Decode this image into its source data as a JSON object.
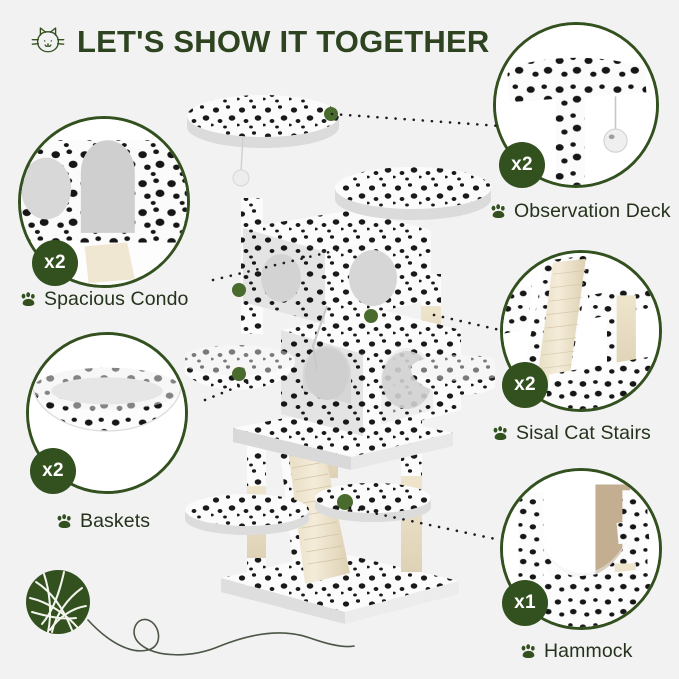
{
  "page": {
    "background_color": "#f2f2f3",
    "brand_green": "#33501f",
    "title_color": "#2e4420",
    "text_color": "#26331c"
  },
  "header": {
    "title": "LET'S SHOW IT TOGETHER",
    "logo_icon": "cat-face-icon"
  },
  "callouts": [
    {
      "id": "spacious-condo",
      "label": "Spacious Condo",
      "quantity": "x2",
      "icon": "paw-icon",
      "side": "left"
    },
    {
      "id": "observation-deck",
      "label": "Observation Deck",
      "quantity": "x2",
      "icon": "paw-icon",
      "side": "right"
    },
    {
      "id": "baskets",
      "label": "Baskets",
      "quantity": "x2",
      "icon": "paw-icon",
      "side": "left"
    },
    {
      "id": "sisal-cat-stairs",
      "label": "Sisal Cat Stairs",
      "quantity": "x2",
      "icon": "paw-icon",
      "side": "right"
    },
    {
      "id": "hammock",
      "label": "Hammock",
      "quantity": "x1",
      "icon": "paw-icon",
      "side": "right"
    }
  ],
  "decor": {
    "yarn_ball_icon": "yarn-ball-icon"
  },
  "product": {
    "name": "dalmatian-spotted-cat-tree",
    "fur_color": "#fbfbfb",
    "spot_color": "#1d1d1d",
    "sisal_color": "#efe4cc",
    "marker_color": "#4a6b2e"
  }
}
